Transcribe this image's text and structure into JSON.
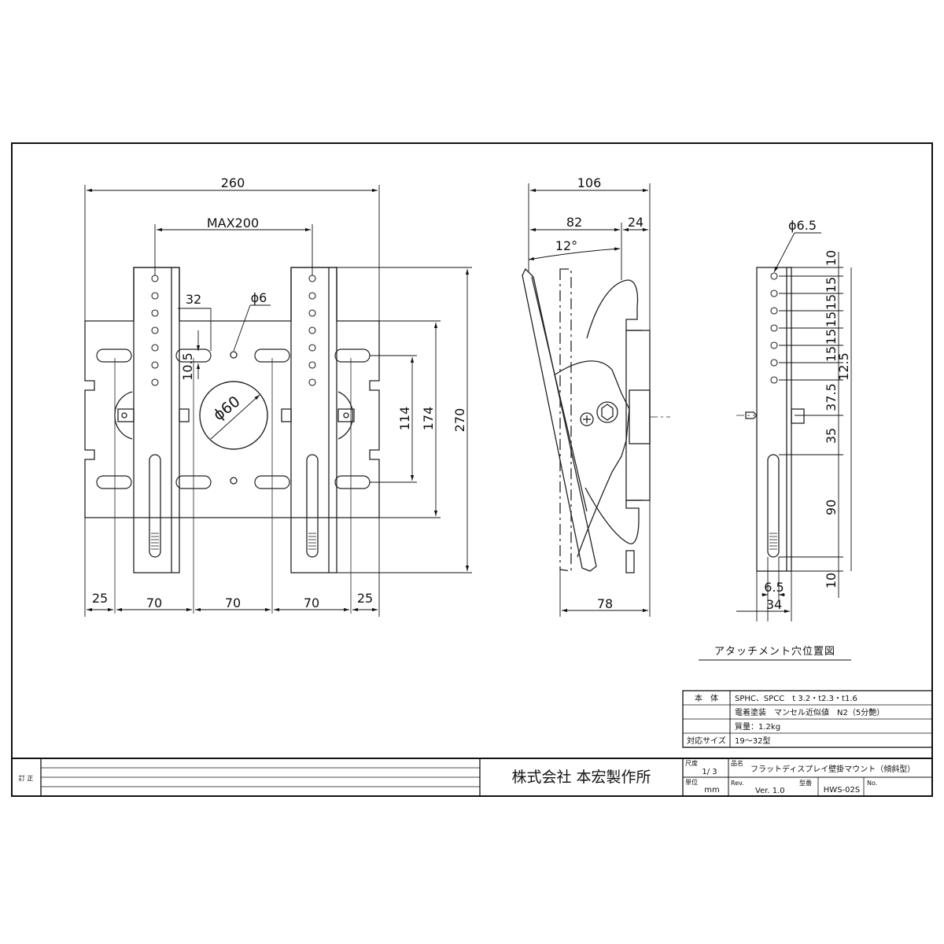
{
  "front_view": {
    "dims": {
      "overall_width": "260",
      "max_pitch": "MAX200",
      "slot_pitch": "32",
      "hole_dia": "ϕ6",
      "hole_offset": "10.5",
      "center_hole": "ϕ60",
      "inner_height": "114",
      "plate_height": "174",
      "overall_height": "270",
      "bottom": [
        "25",
        "70",
        "70",
        "70",
        "25"
      ]
    }
  },
  "side_view": {
    "dims": {
      "overall_depth": "106",
      "depth_a": "82",
      "depth_b": "24",
      "tilt_angle": "12°",
      "base_depth": "78"
    }
  },
  "attachment_view": {
    "dims": {
      "hole_dia": "ϕ6.5",
      "top": "10",
      "pitch": [
        "15",
        "15",
        "15",
        "15",
        "15"
      ],
      "pitch_total": "12.5",
      "pos_a": "37.5",
      "pos_b": "35",
      "slot_len": "90",
      "bottom": "10",
      "slot_w": "6.5",
      "width": "34"
    },
    "caption": "アタッチメント穴位置図"
  },
  "spec_block": {
    "rows": [
      {
        "label": "本　体",
        "value": "SPHC、SPCC　t 3.2・t2.3・t1.6"
      },
      {
        "label": "",
        "value": "電着塗装　マンセル近似値　N2（5分艶）"
      },
      {
        "label": "",
        "value": "質量：1.2kg"
      },
      {
        "label": "対応サイズ",
        "value": "19～32型"
      }
    ]
  },
  "title_block": {
    "revision_label": "訂 正",
    "company": "株式会社 本宏製作所",
    "scale_label": "尺度",
    "scale_value": "1/ 3",
    "unit_label": "単位",
    "unit_value": "mm",
    "product_label": "品名",
    "product_value": "フラットディスプレイ壁掛マウント（傾斜型）",
    "rev_label": "Rev.",
    "rev_value": "Ver. 1.0",
    "model_label": "型番",
    "model_value": "HWS-02S",
    "no_label": "No."
  }
}
